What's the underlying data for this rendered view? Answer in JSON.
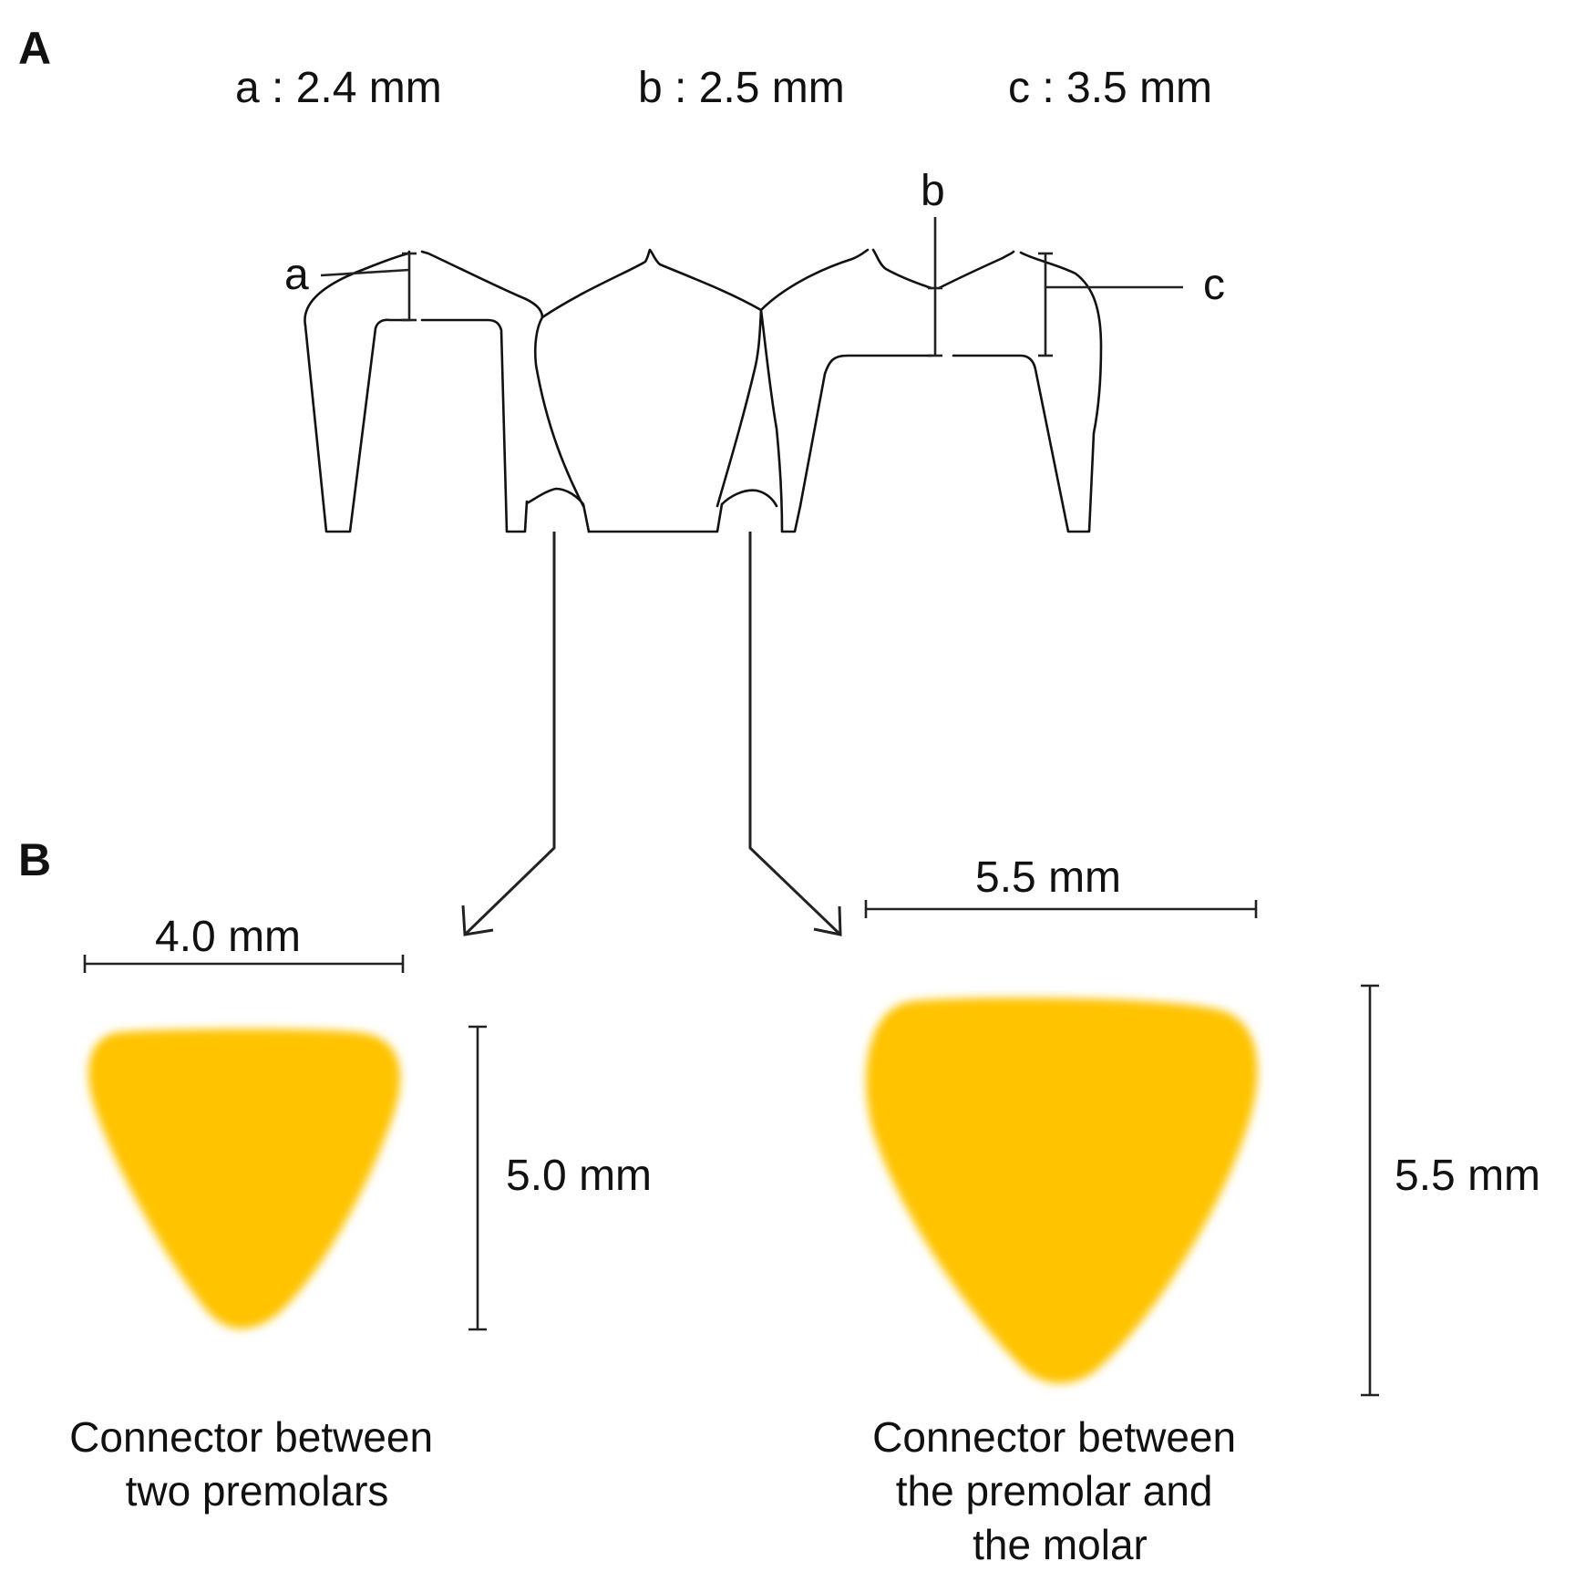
{
  "panels": {
    "a_label": "A",
    "b_label": "B"
  },
  "measurements": {
    "a": "a : 2.4 mm",
    "b": "b : 2.5 mm",
    "c": "c : 3.5 mm"
  },
  "markers": {
    "a": "a",
    "b": "b",
    "c": "c"
  },
  "connectors": {
    "premolars": {
      "width": "4.0 mm",
      "height": "5.0 mm",
      "caption_lines": [
        "Connector between",
        "two premolars"
      ]
    },
    "premolar_molar": {
      "width": "5.5 mm",
      "height": "5.5 mm",
      "caption_lines": [
        "Connector between",
        "the premolar and",
        "the molar"
      ]
    }
  },
  "colors": {
    "connector_fill": "#FFC300",
    "line": "#111111"
  }
}
